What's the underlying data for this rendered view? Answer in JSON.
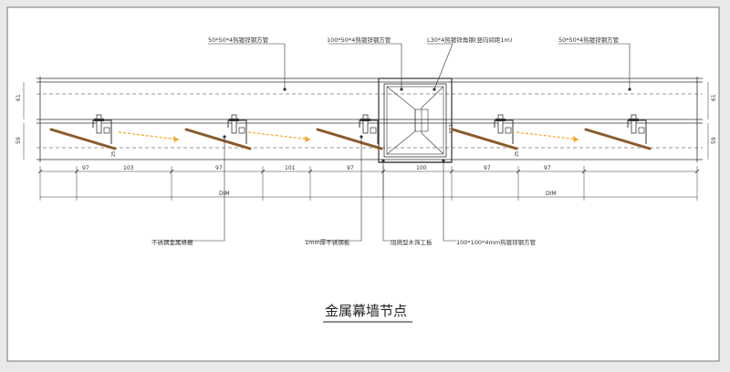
{
  "drawing": {
    "title": "金属幕墙节点",
    "callouts_top": {
      "tube_left": "50*50*4热镀锌钢方管",
      "tube_center": "100*50*4热镀锌钢方管",
      "angle_steel": "L30*4热镀锌角钢(竖向间距1m)",
      "tube_right": "50*50*4热镀锌钢方管"
    },
    "callouts_bottom": {
      "louver": "不锈钢金属格栅",
      "steel_plate": "1mm厚不锈钢板",
      "wood_board": "阻燃型木饰工板",
      "main_tube": "100*100*4mm热镀锌钢方管"
    },
    "dimensions": {
      "spans": [
        "97",
        "103",
        "97",
        "101",
        "97",
        "100",
        "97",
        "97"
      ],
      "dim_left": "DIM",
      "dim_right": "DIM",
      "side_left_top": "61",
      "side_left_bottom": "59",
      "side_right_top": "61",
      "side_right_bottom": "59",
      "center_height": "110",
      "small_left": "25",
      "small_right": "25"
    },
    "colors": {
      "line": "#333333",
      "blade": "#8a5a2b",
      "arrow": "#f5a623",
      "sheet": "#ffffff",
      "frame": "#444444"
    }
  }
}
